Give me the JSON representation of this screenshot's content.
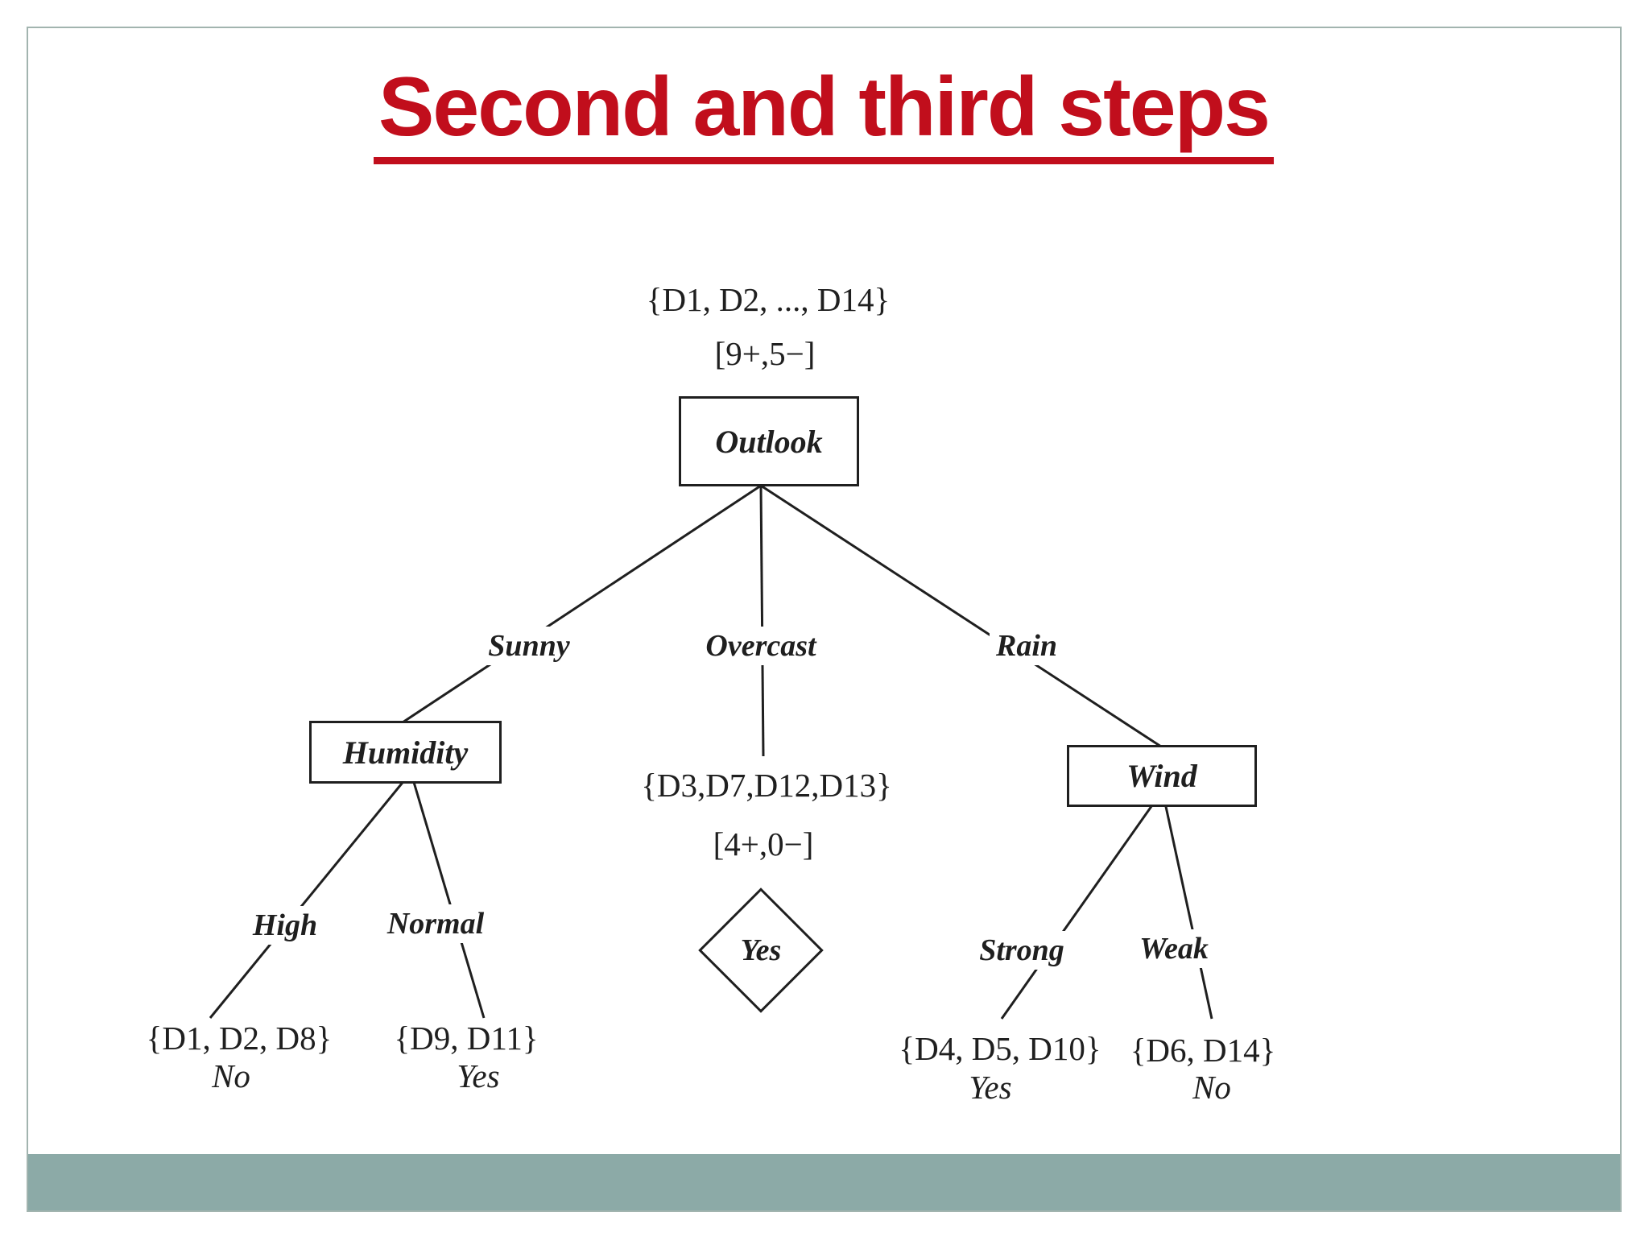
{
  "slide": {
    "title": "Second and third steps"
  },
  "colors": {
    "title_red": "#c10e1c",
    "footer_teal": "#8caaa7",
    "border_teal": "#a2b4af",
    "ink": "#1f1f1f"
  },
  "tree": {
    "root_set": "{D1, D2, ..., D14}",
    "root_counts": "[9+,5−]",
    "root_node": "Outlook",
    "branch_sunny": "Sunny",
    "branch_overcast": "Overcast",
    "branch_rain": "Rain",
    "node_humidity": "Humidity",
    "node_wind": "Wind",
    "overcast_set": "{D3,D7,D12,D13}",
    "overcast_counts": "[4+,0−]",
    "overcast_decision": "Yes",
    "branch_high": "High",
    "branch_normal": "Normal",
    "branch_strong": "Strong",
    "branch_weak": "Weak",
    "leaf_high_set": "{D1, D2, D8}",
    "leaf_high_decision": "No",
    "leaf_normal_set": "{D9, D11}",
    "leaf_normal_decision": "Yes",
    "leaf_strong_set": "{D4, D5, D10}",
    "leaf_strong_decision": "Yes",
    "leaf_weak_set": "{D6, D14}",
    "leaf_weak_decision": "No"
  }
}
